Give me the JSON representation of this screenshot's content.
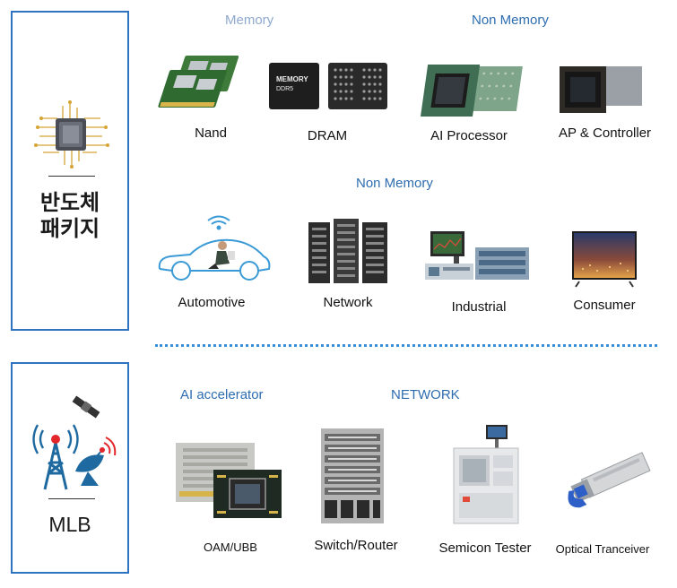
{
  "colors": {
    "accent_blue": "#2f74c0",
    "memory_label": "#8fa9cf",
    "section_label": "#2e6db0"
  },
  "sidebar": {
    "package": {
      "title_line1": "반도체",
      "title_line2": "패키지",
      "icon": "chip-icon"
    },
    "mlb": {
      "title": "MLB",
      "icon": "antenna-satellite-icon"
    }
  },
  "package_section": {
    "memory_label": "Memory",
    "non_memory_label_top": "Non Memory",
    "non_memory_label_mid": "Non Memory",
    "products_top": [
      {
        "label": "Nand",
        "icon": "nand-module-icon"
      },
      {
        "label": "DRAM",
        "icon": "dram-chip-icon"
      },
      {
        "label": "AI Processor",
        "icon": "ai-processor-icon"
      },
      {
        "label": "AP & Controller",
        "icon": "ap-controller-icon"
      }
    ],
    "dram_chip_text_1": "MEMORY",
    "dram_chip_text_2": "DDR5",
    "applications": [
      {
        "label": "Automotive",
        "icon": "car-icon"
      },
      {
        "label": "Network",
        "icon": "server-rack-icon"
      },
      {
        "label": "Industrial",
        "icon": "industrial-equipment-icon"
      },
      {
        "label": "Consumer",
        "icon": "tv-icon"
      }
    ]
  },
  "mlb_section": {
    "ai_accelerator_label": "AI accelerator",
    "network_label": "NETWORK",
    "products": [
      {
        "label": "OAM/UBB",
        "icon": "oam-board-icon"
      },
      {
        "label": "Switch/Router",
        "icon": "switch-router-icon"
      },
      {
        "label": "Semicon Tester",
        "icon": "semicon-tester-icon"
      },
      {
        "label": "Optical Tranceiver",
        "icon": "optical-transceiver-icon"
      }
    ]
  }
}
